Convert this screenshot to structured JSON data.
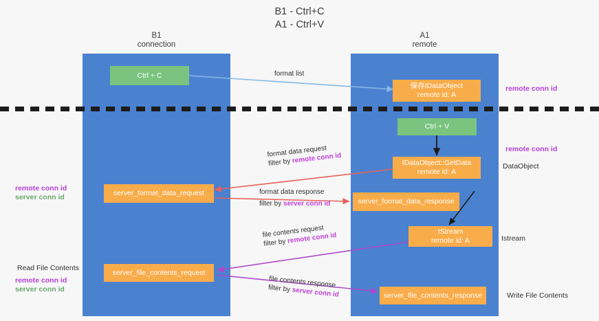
{
  "title": {
    "line1": "B1 - Ctrl+C",
    "line2": "A1 - Ctrl+V"
  },
  "lanes": [
    {
      "id": "b1",
      "name": "B1",
      "role": "connection"
    },
    {
      "id": "a1",
      "name": "A1",
      "role": "remote"
    }
  ],
  "nodes": {
    "ctrl_c": {
      "label": "Ctrl + C",
      "color": "#7ac47f"
    },
    "save_dataobject": {
      "line1": "保存IDataObject",
      "line2": "remote id: A",
      "color": "#f9ac4a"
    },
    "ctrl_v": {
      "label": "Ctrl + V",
      "color": "#7ac47f"
    },
    "getdata": {
      "line1": "IDataObject::GetData",
      "line2": "remote id: A",
      "color": "#f9ac4a"
    },
    "server_format_data_request": {
      "label": "server_format_data_request",
      "color": "#f9ac4a"
    },
    "server_format_data_response": {
      "label": "server_format_data_response",
      "color": "#f9ac4a"
    },
    "istream": {
      "line1": "IStream",
      "line2": "remote id: A",
      "color": "#f9ac4a"
    },
    "server_file_contents_request": {
      "label": "server_file_contents_request",
      "color": "#f9ac4a"
    },
    "server_file_contents_response": {
      "label": "server_file_contents_response",
      "color": "#f9ac4a"
    }
  },
  "edges": {
    "format_list": {
      "label": "format list"
    },
    "format_data_request": {
      "line1": "format data request",
      "filter_prefix": "filter by ",
      "filter_key": "remote conn id"
    },
    "format_data_response": {
      "line1": "format data response",
      "filter_prefix": "filter by ",
      "filter_key": "server conn id"
    },
    "file_contents_request": {
      "line1": "file contents request",
      "filter_prefix": "filter by ",
      "filter_key": "remote conn id"
    },
    "file_contents_response": {
      "line1": "file contents response",
      "filter_prefix": "filter by ",
      "filter_key": "server conn id"
    }
  },
  "annotations": {
    "right_top_remote_conn_id": "remote conn id",
    "right_mid_remote_conn_id": "remote conn id",
    "right_dataobject": "DataObject",
    "right_istream": "Istream",
    "right_write_file_contents": "Write File Contents",
    "left_remote_conn_id": "remote conn id",
    "left_server_conn_id": "server conn id",
    "left_read_file_contents": "Read File Contents",
    "left_bottom_remote_conn_id": "remote conn id",
    "left_bottom_server_conn_id": "server conn id"
  },
  "colors": {
    "lane": "#4a82d0",
    "green_node": "#7ac47f",
    "orange_node": "#f9ac4a",
    "magenta_text": "#b640d8",
    "green_text": "#6aaa6e",
    "red_arrow": "#e8615a",
    "blue_arrow": "#85b8e8",
    "purple_arrow": "#b048cc",
    "black_arrow": "#1c1c1c",
    "background": "#f7f7f7"
  }
}
